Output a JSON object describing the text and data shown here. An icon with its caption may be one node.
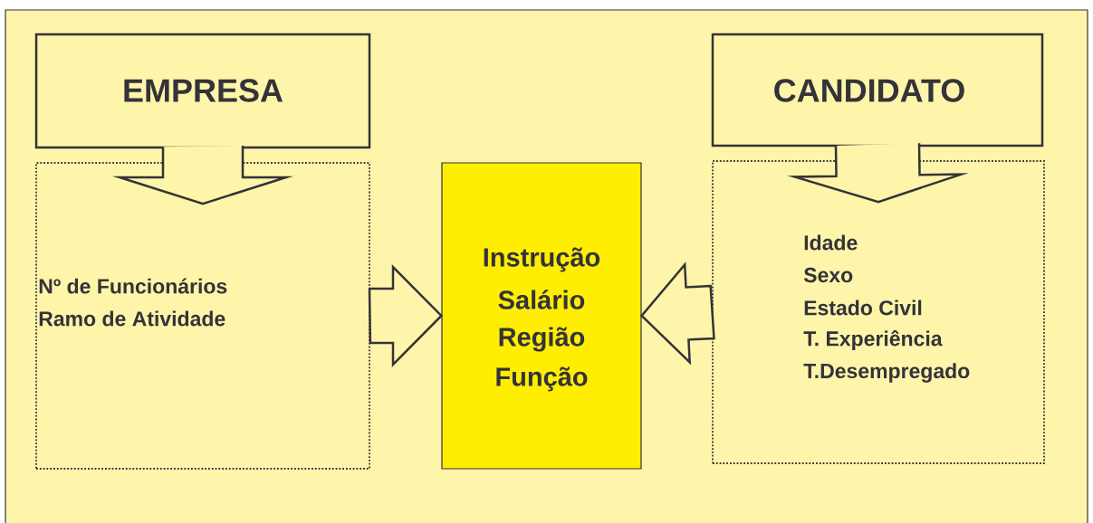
{
  "diagram": {
    "nodes": [
      {
        "text": [
          "EMPRESA"
        ]
      },
      {
        "text": [
          "Nº de Funcionários",
          "Ramo de Atividade"
        ]
      },
      {
        "text": [
          "Instrução",
          "Salário",
          "Região",
          "Função"
        ]
      },
      {
        "text": [
          "CANDIDATO"
        ]
      },
      {
        "text": [
          "Idade",
          "Sexo",
          "Estado Civil",
          "T. Experiência",
          "T.Desempregado"
        ]
      }
    ],
    "edges": [
      {
        "from": 0,
        "to": 1,
        "arrow": "to"
      },
      {
        "from": 1,
        "to": 2,
        "arrow": "to"
      },
      {
        "from": 4,
        "to": 2,
        "arrow": "to"
      },
      {
        "from": 3,
        "to": 4,
        "arrow": "to"
      }
    ]
  }
}
